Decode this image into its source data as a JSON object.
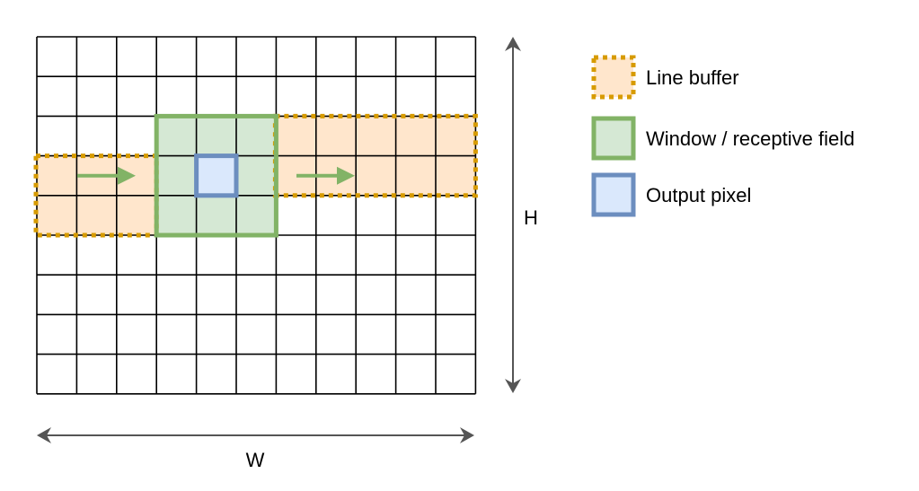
{
  "grid": {
    "columns": 11,
    "rows": 9
  },
  "labels": {
    "width_axis": "W",
    "height_axis": "H"
  },
  "legend": {
    "items": [
      {
        "label": "Line buffer",
        "stroke": "#d79b00",
        "fill": "#ffe6cc",
        "style": "dotted"
      },
      {
        "label": "Window / receptive field",
        "stroke": "#82b366",
        "fill": "#d5e8d4",
        "style": "solid"
      },
      {
        "label": "Output pixel",
        "stroke": "#6c8ebf",
        "fill": "#dae8fc",
        "style": "solid"
      }
    ]
  },
  "colors": {
    "grid_line": "#000000",
    "line_buffer_stroke": "#d79b00",
    "line_buffer_fill": "#ffe6cc",
    "window_stroke": "#82b366",
    "window_fill": "#d5e8d4",
    "output_stroke": "#6c8ebf",
    "output_fill": "#dae8fc",
    "arrow": "#82b366",
    "dimension_arrow": "#555555"
  },
  "highlights": {
    "window_cell_columns": [
      3,
      5
    ],
    "window_cell_rows": [
      2,
      4
    ],
    "output_cell": [
      4,
      3
    ],
    "line_buffer_segments": [
      {
        "row_span": [
          3,
          4
        ],
        "col_span": [
          0,
          3
        ]
      },
      {
        "row_span": [
          2,
          3
        ],
        "col_span": [
          6,
          11
        ]
      }
    ]
  }
}
